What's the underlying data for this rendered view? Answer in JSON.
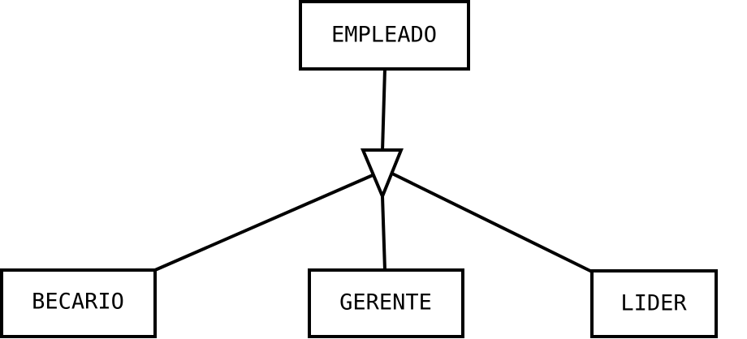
{
  "diagram": {
    "type": "specialization",
    "parent": {
      "label": "EMPLEADO"
    },
    "children": [
      {
        "label": "BECARIO"
      },
      {
        "label": "GERENTE"
      },
      {
        "label": "LIDER"
      }
    ]
  }
}
